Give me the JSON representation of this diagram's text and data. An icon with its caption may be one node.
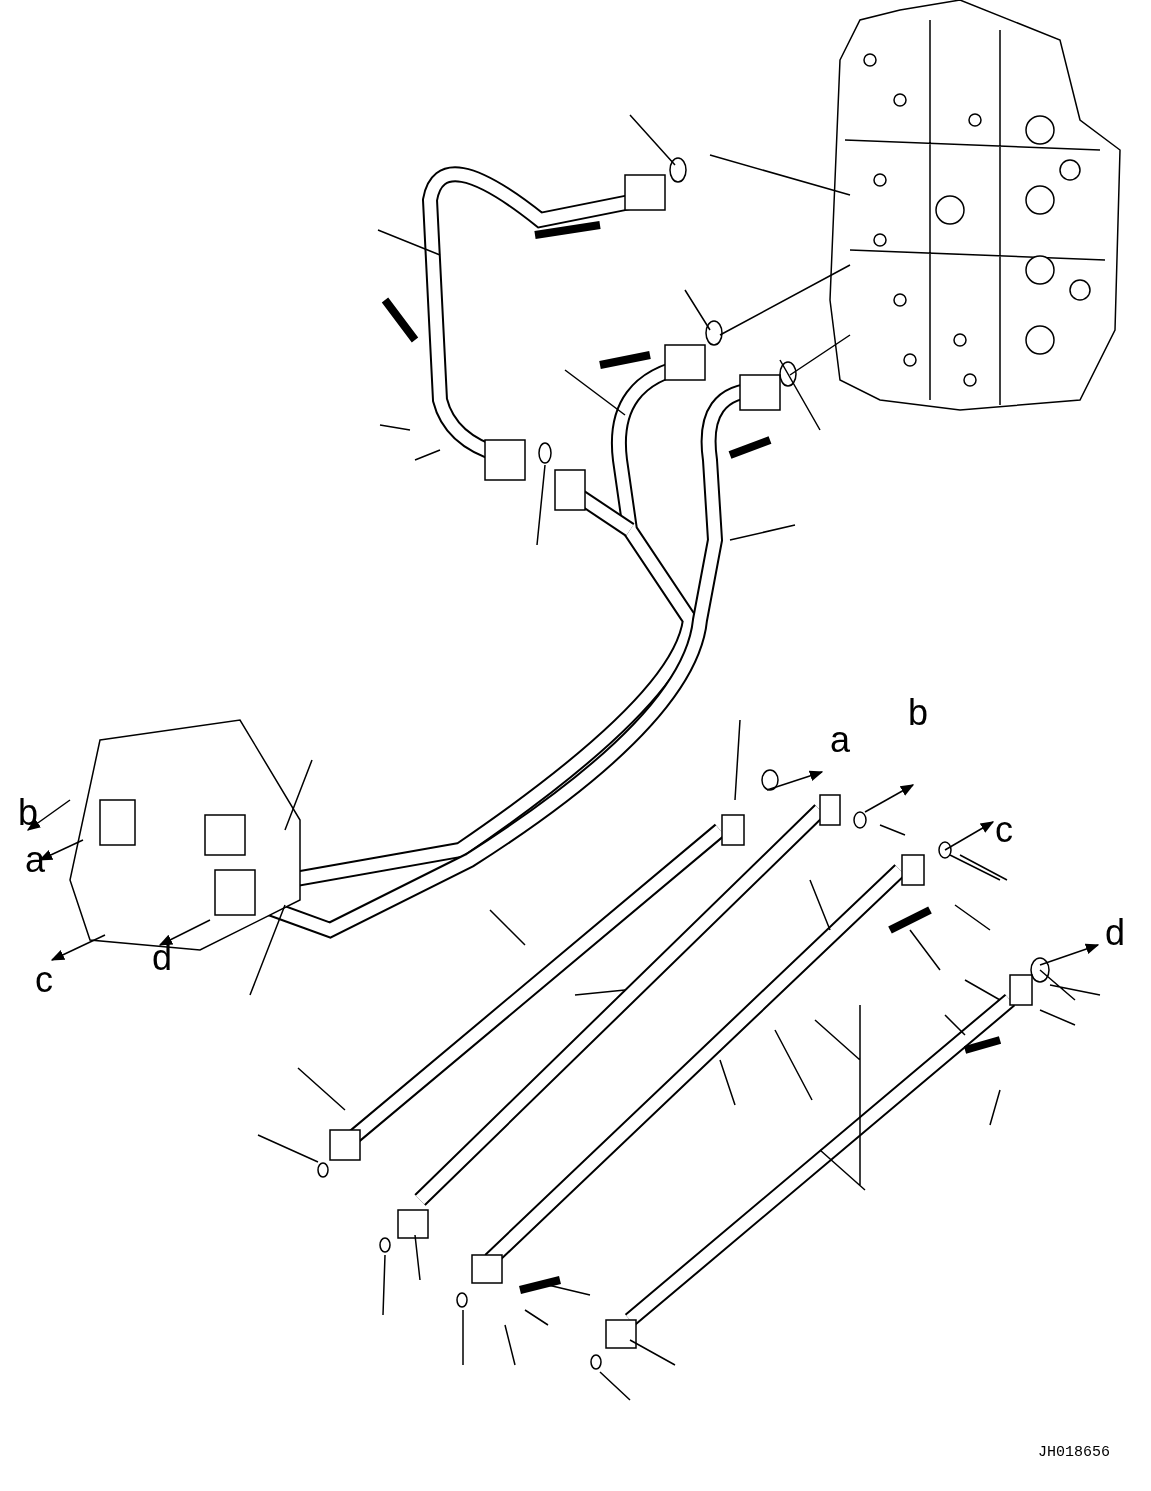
{
  "diagram": {
    "labels": [
      "a",
      "b",
      "b",
      "c",
      "a",
      "d",
      "d",
      "c",
      "JH018656"
    ]
  }
}
